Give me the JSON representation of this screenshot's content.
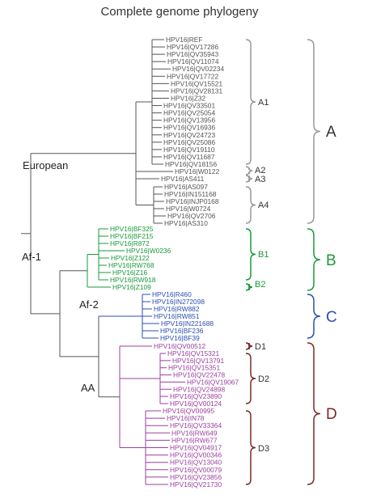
{
  "title": "Complete genome phylogeny",
  "colors": {
    "european": "#555555",
    "B": "#1a9a3a",
    "C": "#2b4fb0",
    "D": "#9b3fa0",
    "D_bracket": "#7a2a2a",
    "A_bracket": "#999999"
  },
  "lineages": {
    "european": "European",
    "af1": "Af-1",
    "af2": "Af-2",
    "aa": "AA"
  },
  "sublineages": {
    "A1": "A1",
    "A2": "A2",
    "A3": "A3",
    "A4": "A4",
    "B1": "B1",
    "B2": "B2",
    "D1": "D1",
    "D2": "D2",
    "D3": "D3"
  },
  "lineage_groups": {
    "A": "A",
    "B": "B",
    "C": "C",
    "D": "D"
  },
  "leaves": {
    "A1": [
      "HPV16|REF",
      "HPV16|QV17286",
      "HPV16|QV35943",
      "HPV16|QV11074",
      "HPV16|QV02234",
      "HPV16|QV17722",
      "HPV16|QV15521",
      "HPV16|QV28131",
      "HPV16|Z32",
      "HPV16|QV33501",
      "HPV16|QV25054",
      "HPV16|QV13956",
      "HPV16|QV16936",
      "HPV16|QV24723",
      "HPV16|QV25086",
      "HPV16|QV19110",
      "HPV16|QV11687",
      "HPV16|QV18156"
    ],
    "A2": [
      "HPV16|W0122"
    ],
    "A3": [
      "HPV16|AS411"
    ],
    "A4": [
      "HPV16|AS097",
      "HPV16|IN151168",
      "HPV16|INJP0168",
      "HPV16|W0724",
      "HPV16|QV2706",
      "HPV16|AS310"
    ],
    "B1": [
      "HPV16|BF325",
      "HPV16|BF215",
      "HPV16|R872",
      "HPV16|W0236",
      "HPV16|Z122",
      "HPV16|RW768",
      "HPV16|Z16",
      "HPV16|RW918"
    ],
    "B2": [
      "HPV16|Z109"
    ],
    "C": [
      "HPV16|R460",
      "HPV16|IN272098",
      "HPV16|RW882",
      "HPV16|RW851",
      "HPV16|IN221688",
      "HPV16|BF236",
      "HPV16|BF39"
    ],
    "D1": [
      "HPV16|QV00512"
    ],
    "D2": [
      "HPV16|QV15321",
      "HPV16|QV13791",
      "HPV16|QV15351",
      "HPV16|QV22478",
      "HPV16|QV19067",
      "HPV16|QV24898",
      "HPV16|QV23890",
      "HPV16|QV00124"
    ],
    "D3": [
      "HPV16|QV00995",
      "HPV16|IN78",
      "HPV16|QV33364",
      "HPV16|RW649",
      "HPV16|RW677",
      "HPV16|QV04917",
      "HPV16|QV00346",
      "HPV16|QV13040",
      "HPV16|QV00079",
      "HPV16|QV23856",
      "HPV16|QV21730"
    ]
  }
}
